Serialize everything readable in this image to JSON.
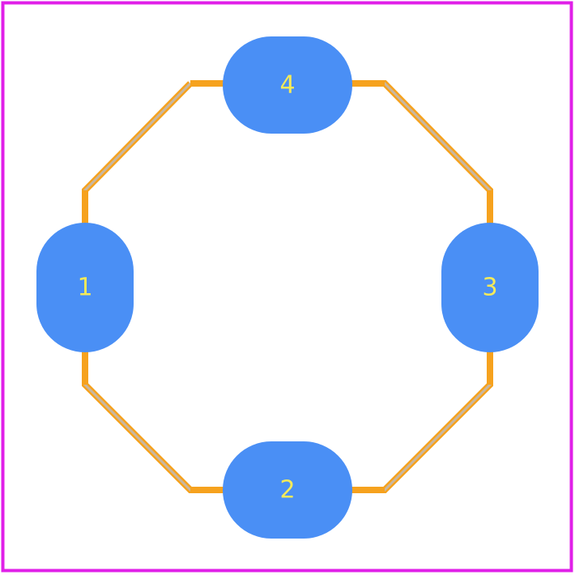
{
  "colors": {
    "background": "#ffffff",
    "board_outline": "#e020e8",
    "trace": "#f6a21e",
    "trace_core": "#c9b7a0",
    "pad": "#4a8ff5",
    "pad_label": "#f4ea5a"
  },
  "pads": [
    {
      "id": "pad-1",
      "label": "1",
      "orientation": "vertical"
    },
    {
      "id": "pad-2",
      "label": "2",
      "orientation": "horizontal"
    },
    {
      "id": "pad-3",
      "label": "3",
      "orientation": "vertical"
    },
    {
      "id": "pad-4",
      "label": "4",
      "orientation": "horizontal"
    }
  ]
}
